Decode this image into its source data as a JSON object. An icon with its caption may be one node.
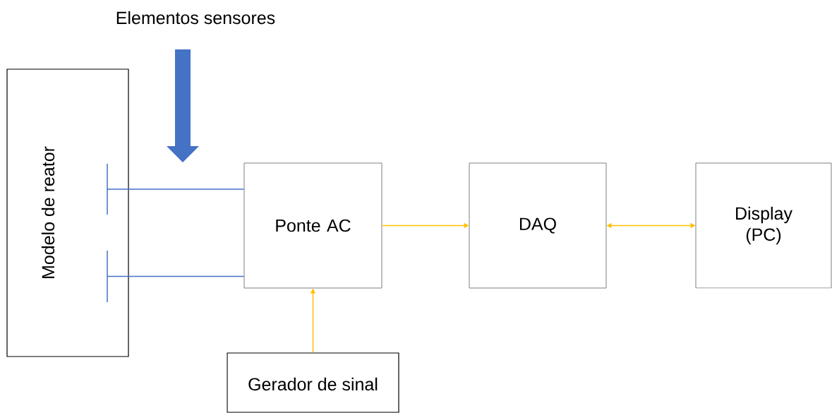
{
  "diagram": {
    "nodes": [
      {
        "text": [
          "Modelo de reator"
        ]
      },
      {
        "text": [
          "Ponte AC"
        ]
      },
      {
        "text": [
          "DAQ"
        ]
      },
      {
        "text": [
          "Display (PC)"
        ]
      },
      {
        "text": [
          "Gerador de sinal"
        ]
      },
      {
        "text": [],
        "shape": "bar",
        "in": 0
      },
      {
        "text": [],
        "shape": "bar",
        "in": 0
      }
    ],
    "edges": [
      {
        "from": 5,
        "to": 1,
        "arrow": "none",
        "color": "#4472c4"
      },
      {
        "from": 6,
        "to": 1,
        "arrow": "none",
        "color": "#4472c4"
      },
      {
        "from": 1,
        "to": 2,
        "arrow": "to"
      },
      {
        "from": 2,
        "to": 3,
        "arrow": "both"
      },
      {
        "from": 4,
        "to": 1,
        "arrow": "to"
      }
    ],
    "labels": [
      "Elementos sensores"
    ]
  }
}
